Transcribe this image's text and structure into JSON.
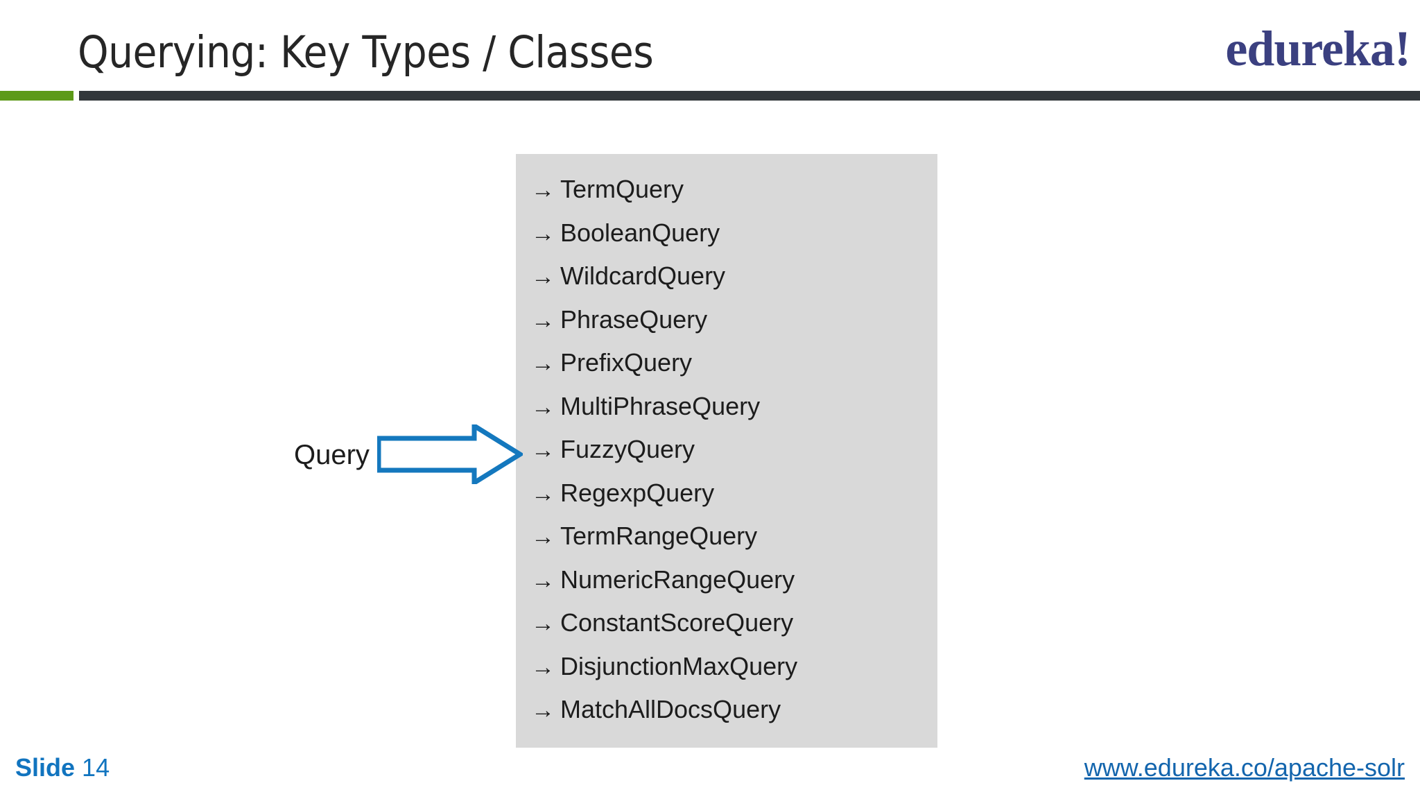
{
  "header": {
    "title": "Querying: Key Types / Classes",
    "brand": "edureka!",
    "rule_green_color": "#5d9a19",
    "rule_dark_color": "#32373b",
    "title_color": "#262626",
    "brand_color": "#3b4080"
  },
  "body": {
    "callout_label": "Query",
    "arrow_color": "#1478be",
    "panel_color": "#d9d9d9",
    "arrow_glyph": "→",
    "items": [
      {
        "arrow": "→",
        "label": "TermQuery"
      },
      {
        "arrow": "→",
        "label": "BooleanQuery"
      },
      {
        "arrow": "→",
        "label": "WildcardQuery"
      },
      {
        "arrow": "→",
        "label": "PhraseQuery"
      },
      {
        "arrow": "→",
        "label": "PrefixQuery"
      },
      {
        "arrow": "→",
        "label": "MultiPhraseQuery"
      },
      {
        "arrow": "→",
        "label": "FuzzyQuery"
      },
      {
        "arrow": "→",
        "label": "RegexpQuery"
      },
      {
        "arrow": "→",
        "label": "TermRangeQuery"
      },
      {
        "arrow": "→",
        "label": "NumericRangeQuery"
      },
      {
        "arrow": "→",
        "label": "ConstantScoreQuery"
      },
      {
        "arrow": "→",
        "label": "DisjunctionMaxQuery"
      },
      {
        "arrow": "→",
        "label": "MatchAllDocsQuery"
      }
    ]
  },
  "footer": {
    "slide_word": "Slide",
    "slide_number": "14",
    "url": "www.edureka.co/apache-solr",
    "text_color": "#1174bf",
    "link_color": "#1365ad"
  }
}
